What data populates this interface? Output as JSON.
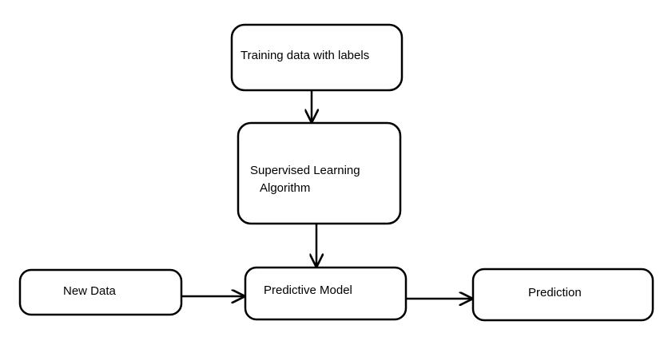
{
  "diagram": {
    "nodes": {
      "training_data": {
        "label": "Training data with labels"
      },
      "algorithm": {
        "line1": "Supervised Learning",
        "line2": "Algorithm"
      },
      "new_data": {
        "label": "New Data"
      },
      "model": {
        "label": "Predictive Model"
      },
      "prediction": {
        "label": "Prediction"
      }
    },
    "style": {
      "stroke_color": "#000000",
      "background": "#ffffff"
    }
  }
}
